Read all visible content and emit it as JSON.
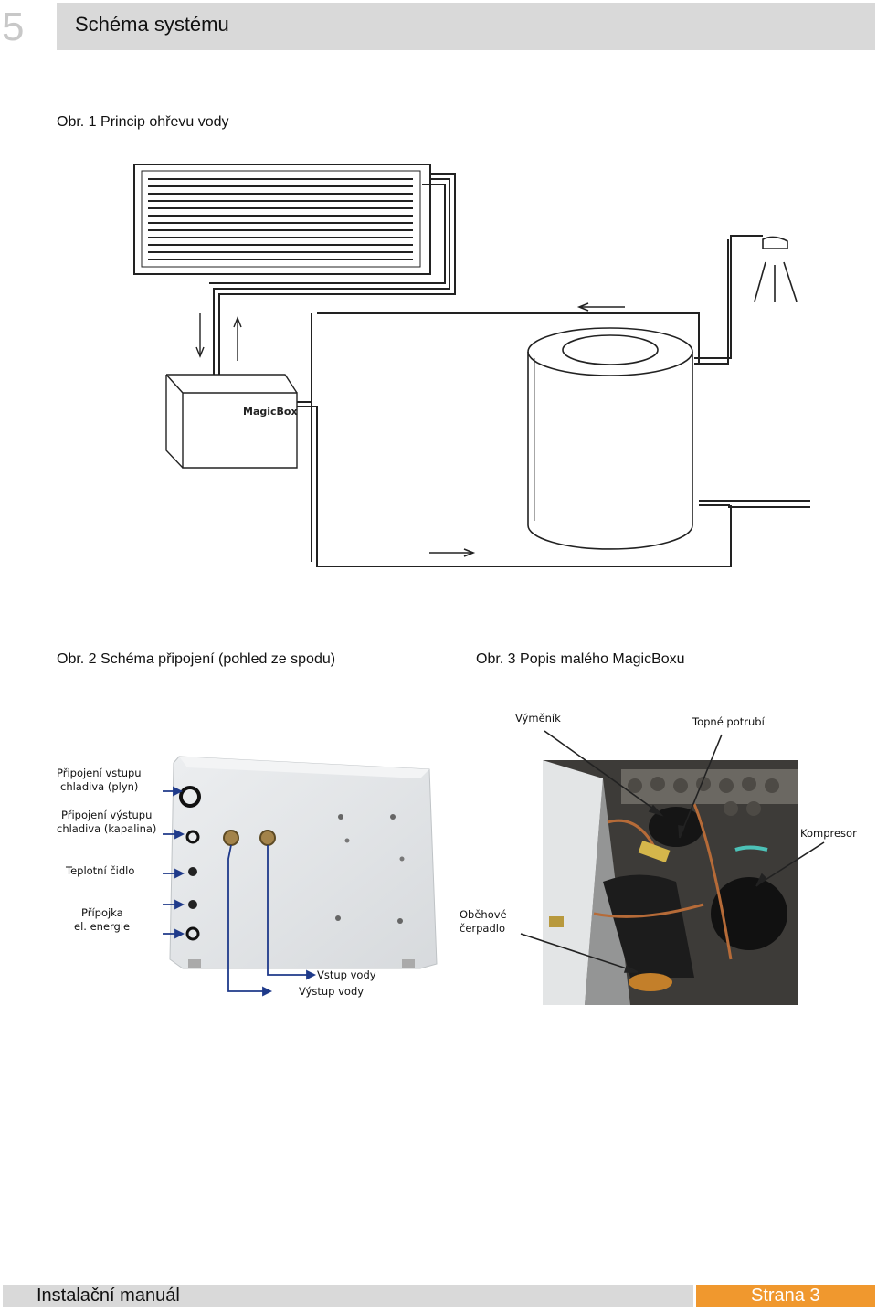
{
  "header": {
    "chapter_number": "5",
    "title": "Schéma systému"
  },
  "figure1": {
    "caption": "Obr. 1 Princip ohřevu vody",
    "magicbox_label": "MagicBox"
  },
  "figure2": {
    "caption": "Obr. 2 Schéma připojení (pohled ze spodu)",
    "labels": {
      "refrigerant_in_1": "Připojení vstupu",
      "refrigerant_in_2": "chladiva (plyn)",
      "refrigerant_out_1": "Připojení výstupu",
      "refrigerant_out_2": "chladiva (kapalina)",
      "temp_sensor": "Teplotní čidlo",
      "power_1": "Přípojka",
      "power_2": "el. energie",
      "water_in": "Vstup vody",
      "water_out": "Výstup vody"
    }
  },
  "figure3": {
    "caption": "Obr. 3 Popis malého MagicBoxu",
    "labels": {
      "exchanger": "Výměník",
      "heating_pipe": "Topné potrubí",
      "compressor": "Kompresor",
      "pump_1": "Oběhové",
      "pump_2": "čerpadlo"
    }
  },
  "footer": {
    "manual_title": "Instalační manuál",
    "page_label": "Strana 3"
  },
  "colors": {
    "header_bg": "#d9d9d9",
    "footer_accent": "#f0982e",
    "chapter_number": "#c8c8c8"
  }
}
